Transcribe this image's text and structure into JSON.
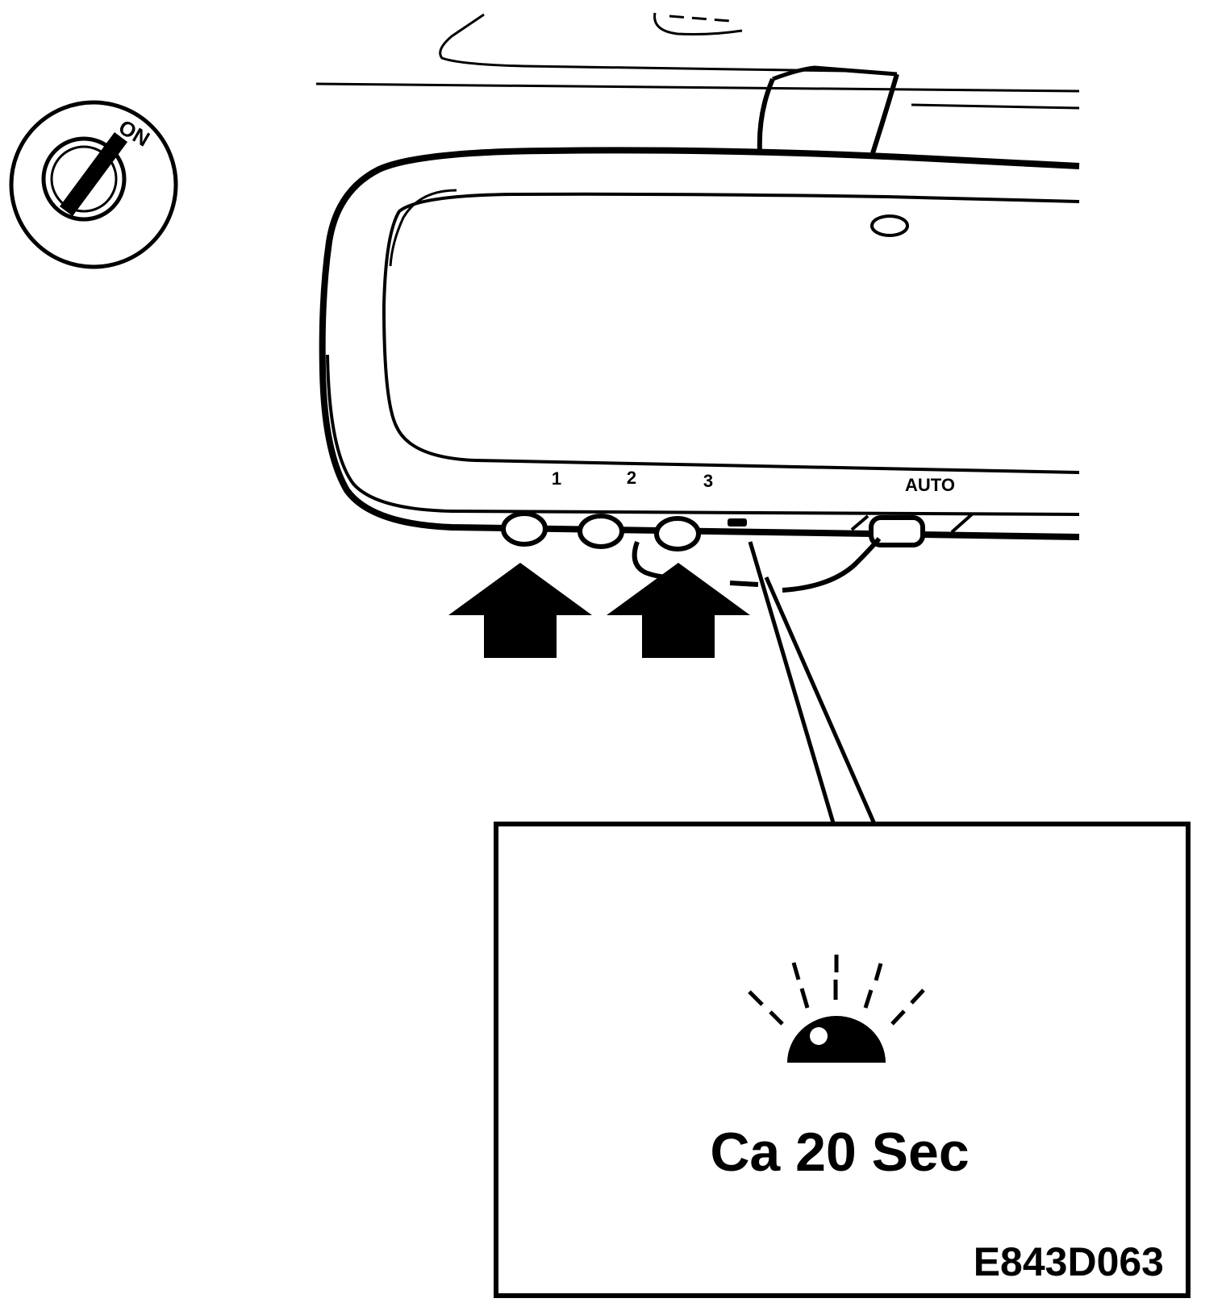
{
  "ignition": {
    "position_label": "ON"
  },
  "mirror": {
    "button_labels": [
      "1",
      "2",
      "3"
    ],
    "auto_label": "AUTO"
  },
  "detail": {
    "duration_text": "Ca 20 Sec",
    "figure_code": "E843D063"
  }
}
